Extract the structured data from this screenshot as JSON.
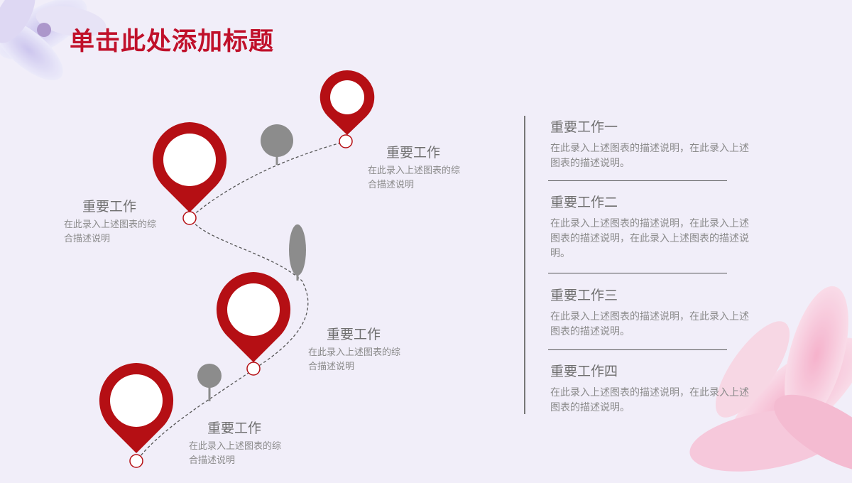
{
  "slide": {
    "title": "单击此处添加标题",
    "accent_color": "#c0102a",
    "pin_color": "#b50f14",
    "tree_color": "#8c8c8c"
  },
  "pins": [
    {
      "title": "重要工作",
      "desc": "在此录入上述图表的综合描述说明"
    },
    {
      "title": "重要工作",
      "desc": "在此录入上述图表的综合描述说明"
    },
    {
      "title": "重要工作",
      "desc": "在此录入上述图表的综合描述说明"
    },
    {
      "title": "重要工作",
      "desc": "在此录入上述图表的综合描述说明"
    }
  ],
  "items": [
    {
      "title": "重要工作一",
      "desc": "在此录入上述图表的描述说明，在此录入上述图表的描述说明。"
    },
    {
      "title": "重要工作二",
      "desc": "在此录入上述图表的描述说明，在此录入上述图表的描述说明，在此录入上述图表的描述说明。"
    },
    {
      "title": "重要工作三",
      "desc": "在此录入上述图表的描述说明，在此录入上述图表的描述说明。"
    },
    {
      "title": "重要工作四",
      "desc": "在此录入上述图表的描述说明，在此录入上述图表的描述说明。"
    }
  ]
}
